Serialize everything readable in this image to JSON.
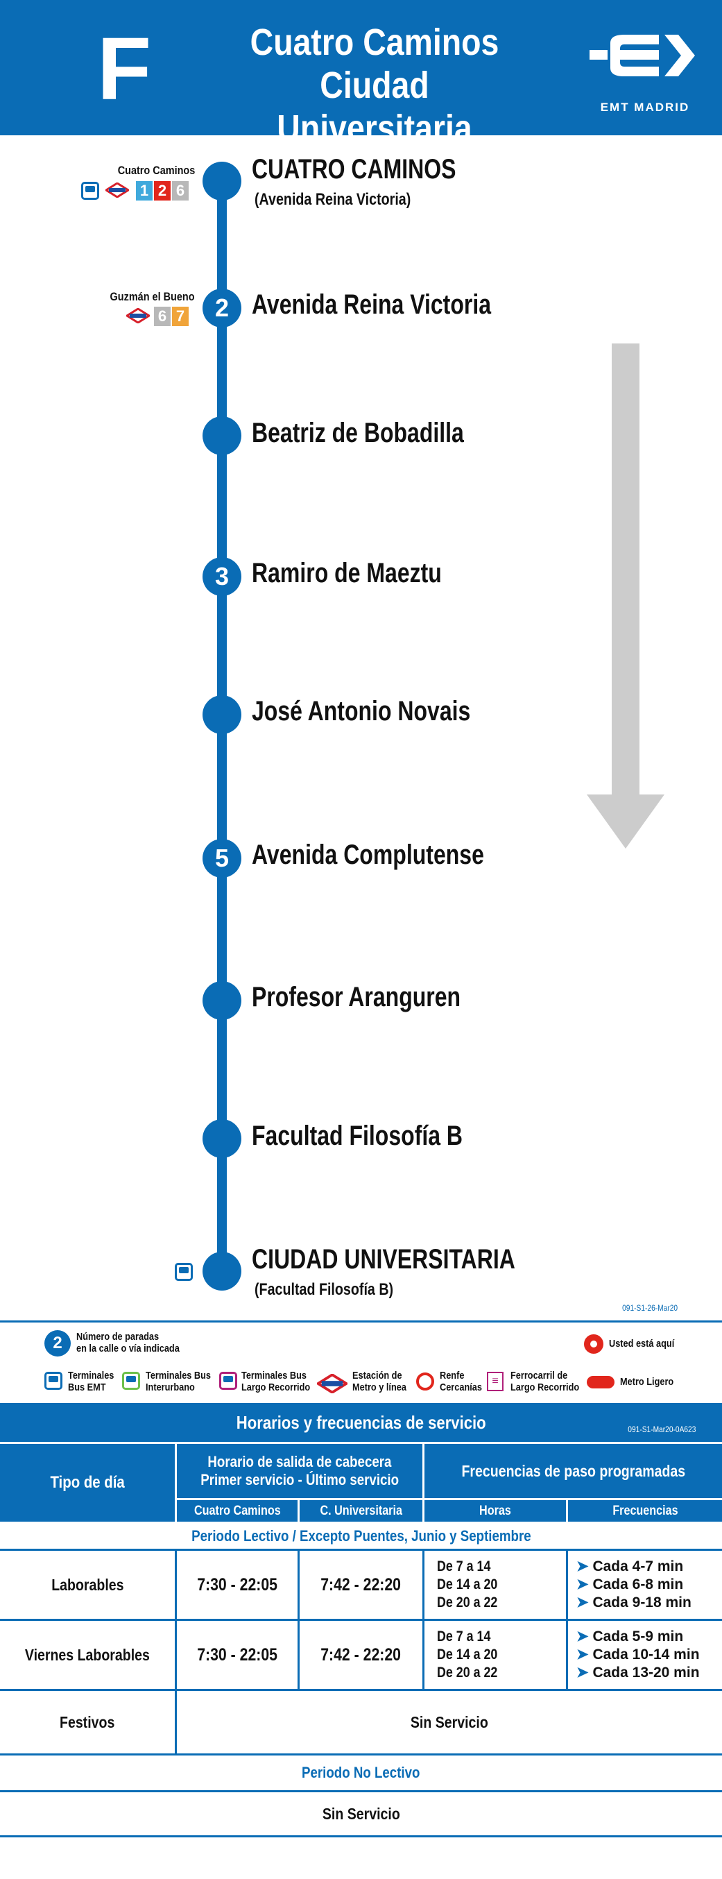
{
  "header": {
    "line_letter": "F",
    "title_line1": "Cuatro Caminos",
    "title_line2": "Ciudad Universitaria",
    "logo_text": "EMT MADRID",
    "bg_color": "#0a6cb5"
  },
  "stops": [
    {
      "name": "CUATRO CAMINOS",
      "sub": "(Avenida Reina Victoria)",
      "connection_label": "Cuatro Caminos",
      "metro_lines": [
        "1",
        "2",
        "6"
      ]
    },
    {
      "name": "Avenida Reina Victoria",
      "count": "2",
      "connection_label": "Guzmán el Bueno",
      "metro_lines": [
        "6",
        "7"
      ]
    },
    {
      "name": "Beatriz de Bobadilla"
    },
    {
      "name": "Ramiro de Maeztu",
      "count": "3"
    },
    {
      "name": "José Antonio Novais"
    },
    {
      "name": "Avenida Complutense",
      "count": "5"
    },
    {
      "name": "Profesor Aranguren"
    },
    {
      "name": "Facultad Filosofía B"
    },
    {
      "name": "CIUDAD UNIVERSITARIA",
      "sub": "(Facultad Filosofía B)"
    }
  ],
  "codes": {
    "map_code": "091-S1-26-Mar20",
    "table_code": "091-S1-Mar20-0A623"
  },
  "legend": {
    "stops_count_label_1": "Número de paradas",
    "stops_count_label_2": "en la calle o vía indicada",
    "stops_count_example": "2",
    "you_are_here": "Usted está aquí",
    "items": [
      {
        "l1": "Terminales",
        "l2": "Bus EMT"
      },
      {
        "l1": "Terminales Bus",
        "l2": "Interurbano"
      },
      {
        "l1": "Terminales Bus",
        "l2": "Largo Recorrido"
      },
      {
        "l1": "Estación de",
        "l2": "Metro y línea"
      },
      {
        "l1": "Renfe",
        "l2": "Cercanías"
      },
      {
        "l1": "Ferrocarril de",
        "l2": "Largo Recorrido"
      },
      {
        "l1": "Metro Ligero",
        "l2": ""
      }
    ]
  },
  "schedule": {
    "title": "Horarios y frecuencias de servicio",
    "col_day": "Tipo de día",
    "col_dep_1": "Horario de salida de cabecera",
    "col_dep_2": "Primer servicio - Último servicio",
    "col_freq": "Frecuencias de paso programadas",
    "sub_a": "Cuatro Caminos",
    "sub_b": "C. Universitaria",
    "sub_hours": "Horas",
    "sub_freq": "Frecuencias",
    "period_1": "Periodo Lectivo / Excepto Puentes, Junio y Septiembre",
    "rows": [
      {
        "day": "Laborables",
        "a": "7:30 - 22:05",
        "b": "7:42 - 22:20",
        "hours": [
          "De 7 a 14",
          "De 14 a 20",
          "De 20 a 22"
        ],
        "freqs": [
          "Cada  4-7 min",
          "Cada 6-8 min",
          "Cada 9-18 min"
        ]
      },
      {
        "day": "Viernes Laborables",
        "a": "7:30 - 22:05",
        "b": "7:42 - 22:20",
        "hours": [
          "De 7 a 14",
          "De 14 a 20",
          "De 20 a 22"
        ],
        "freqs": [
          "Cada 5-9 min",
          "Cada 10-14 min",
          "Cada 13-20 min"
        ]
      }
    ],
    "festivos_day": "Festivos",
    "festivos_value": "Sin Servicio",
    "period_2": "Periodo No Lectivo",
    "period_2_value": "Sin Servicio"
  }
}
